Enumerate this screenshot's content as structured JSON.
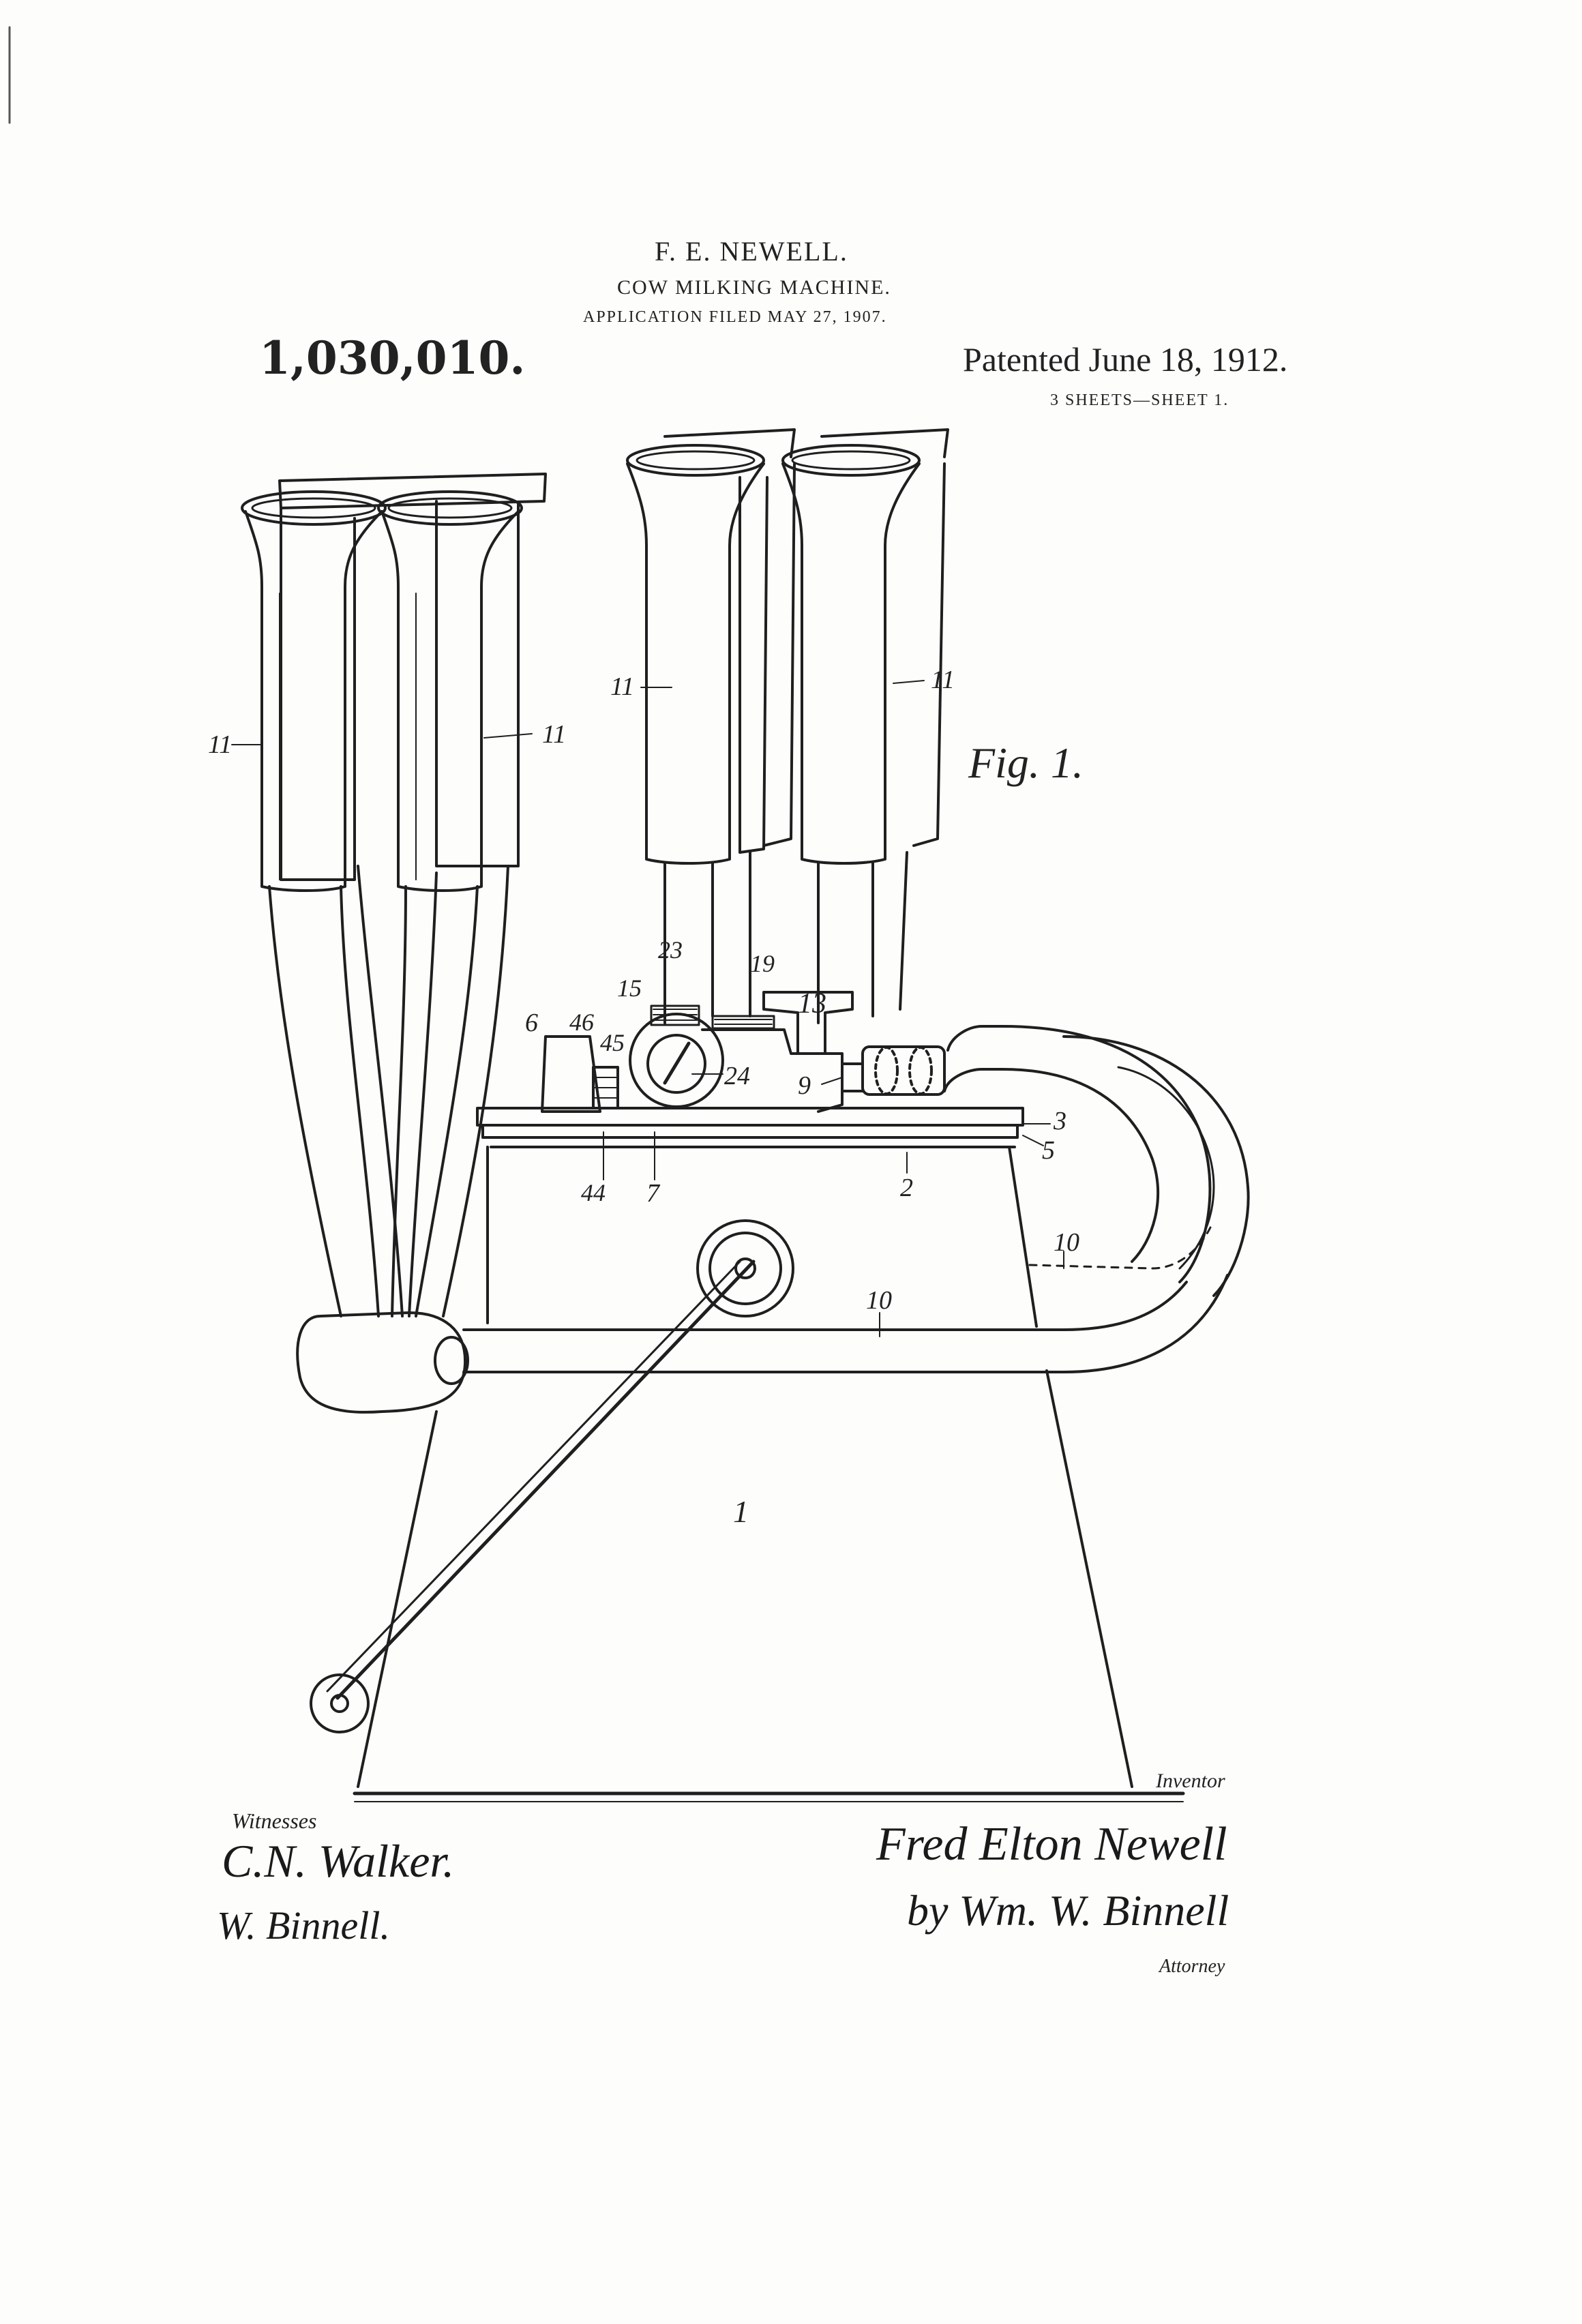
{
  "header": {
    "inventor": "F. E. NEWELL.",
    "title": "COW MILKING MACHINE.",
    "application": "APPLICATION FILED MAY 27, 1907.",
    "patent_number": "1,030,010.",
    "patented": "Patented June 18, 1912.",
    "sheets": "3 SHEETS—SHEET 1."
  },
  "figure_label": "Fig. 1.",
  "reference_numerals": {
    "r11_far_left": "11",
    "r11_mid_left": "11",
    "r11_mid": "11",
    "r11_right": "11",
    "r23": "23",
    "r19": "19",
    "r15": "15",
    "r13": "13",
    "r6": "6",
    "r46": "46",
    "r45": "45",
    "r24": "24",
    "r9": "9",
    "r3": "3",
    "r5": "5",
    "r44": "44",
    "r7": "7",
    "r2": "2",
    "r10_a": "10",
    "r10_b": "10",
    "r1": "1"
  },
  "signatures": {
    "witnesses_label": "Witnesses",
    "witness_1": "C.N. Walker.",
    "witness_2": "W. Binnell.",
    "inventor_label": "Inventor",
    "inventor_name": "Fred Elton Newell",
    "attorney_sig": "by Wm. W. Binnell",
    "attorney_label": "Attorney"
  }
}
